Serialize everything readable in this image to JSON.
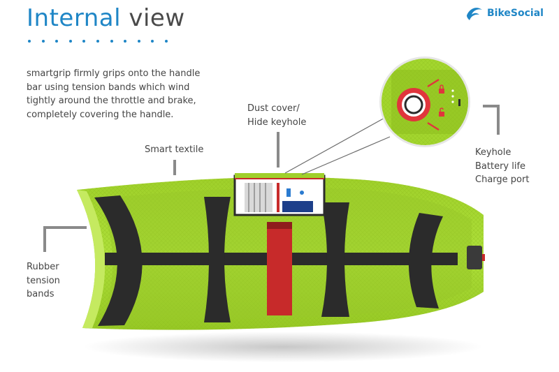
{
  "header": {
    "title_highlight": "Internal",
    "title_rest": "view"
  },
  "brand": {
    "name": "BikeSocial",
    "logo_icon": "bird-swoosh-icon",
    "color": "#1f86c6"
  },
  "intro_text": "smartgrip firmly grips onto the handle bar using tension bands which wind tightly around the throttle and brake, completely covering the handle.",
  "labels": {
    "dust_cover": "Dust cover/ Hide keyhole",
    "smart_textile": "Smart textile",
    "keyhole": "Keyhole Battery life Charge port",
    "rubber_bands": "Rubber tension bands"
  },
  "colors": {
    "accent": "#1f86c6",
    "textile_green": "#a3d62e",
    "band_dark": "#2b2b2b",
    "keyhole_red": "#e0353c"
  }
}
